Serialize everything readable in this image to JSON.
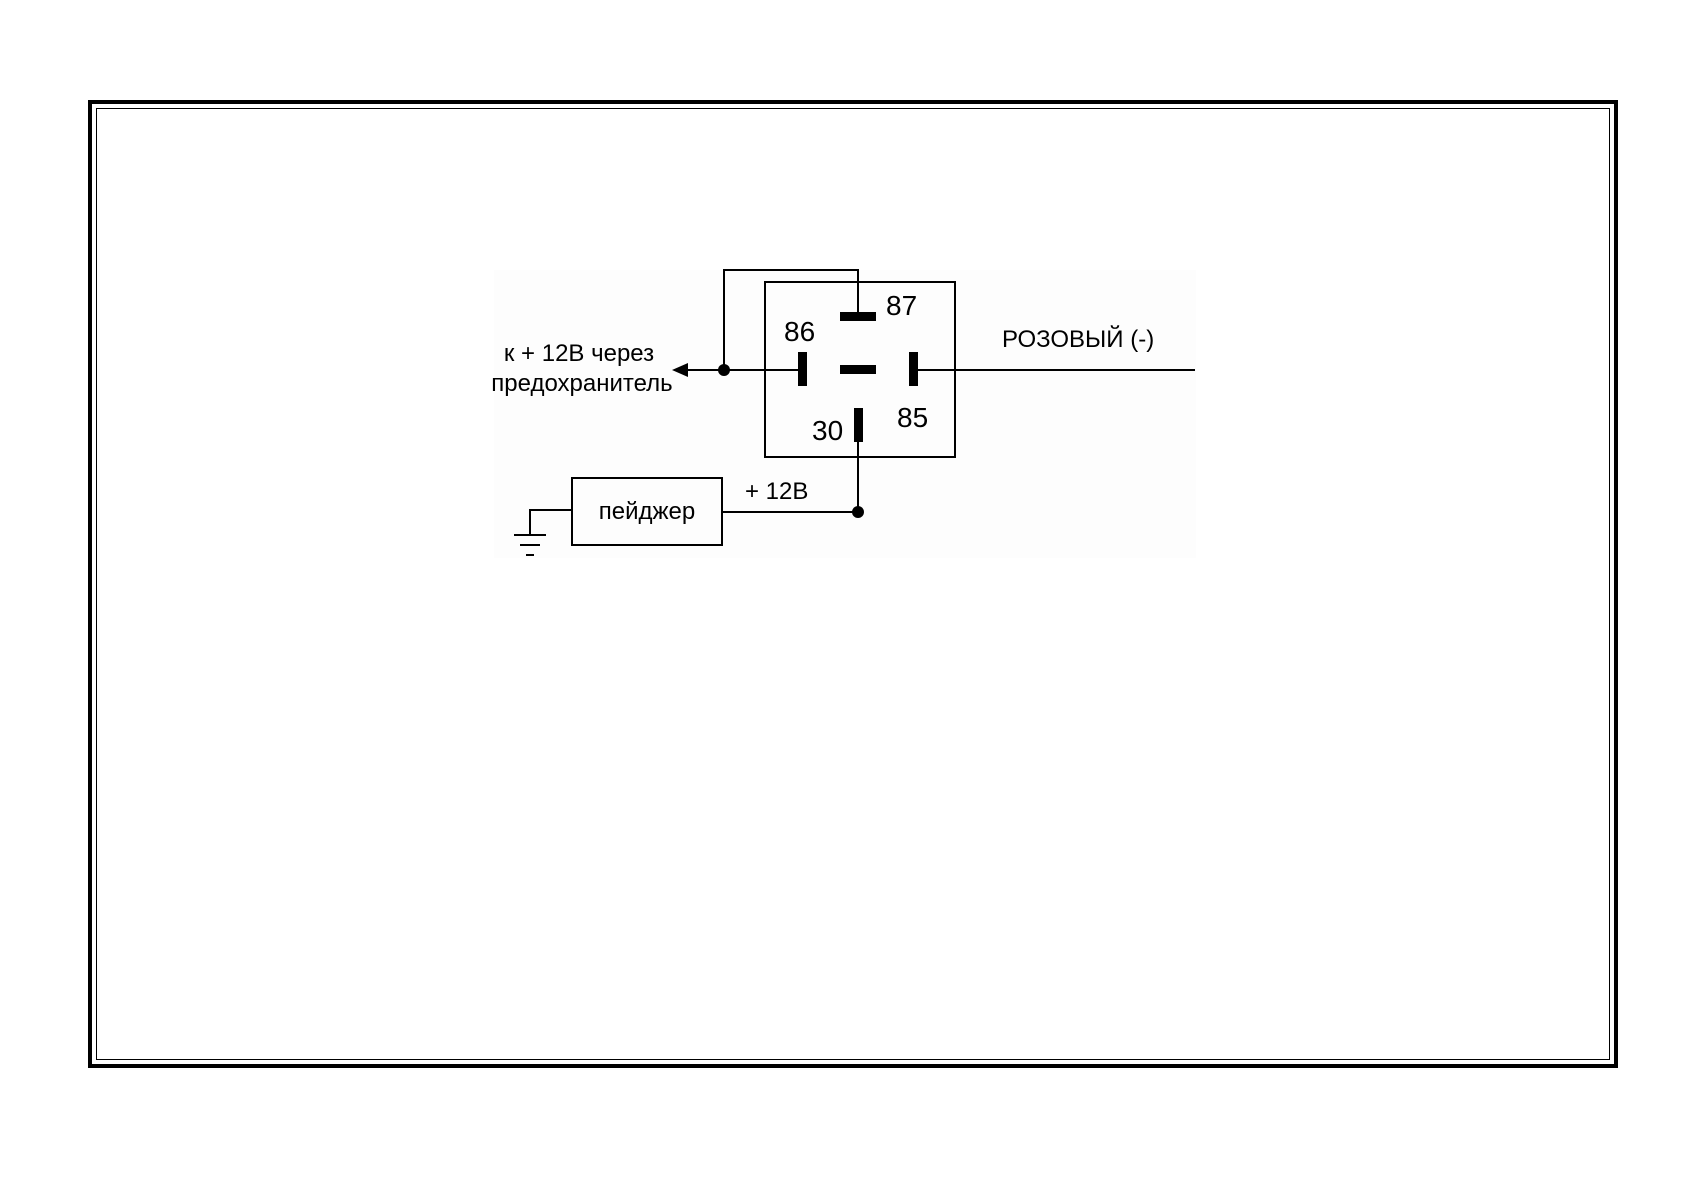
{
  "diagram": {
    "relay": {
      "pins": {
        "p87": "87",
        "p86": "86",
        "p85": "85",
        "p30": "30"
      }
    },
    "labels": {
      "supply_line1": "к + 12В через",
      "supply_line2": "предохранитель",
      "pink_wire": "РОЗОВЫЙ (-)",
      "plus12v": "+ 12В",
      "pager": "пейджер"
    }
  }
}
